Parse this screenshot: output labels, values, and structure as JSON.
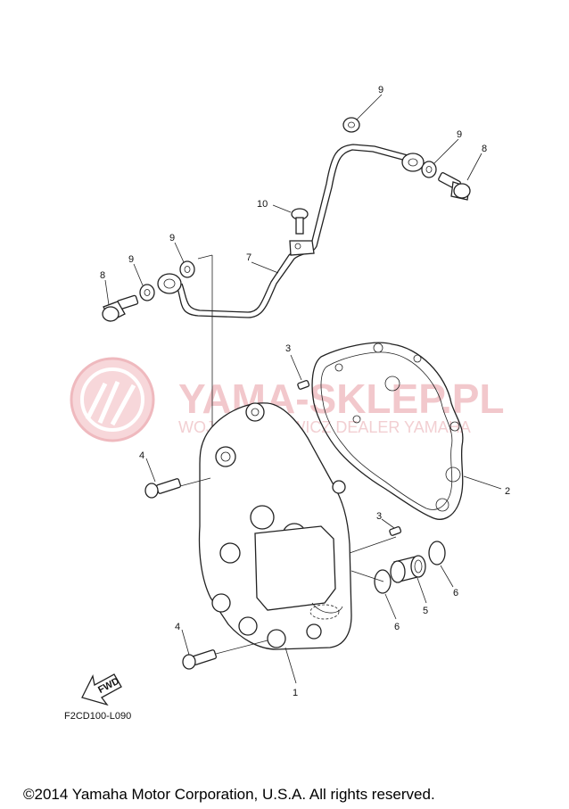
{
  "watermark": {
    "brand": "YAMA-SKLEP.PL",
    "subtitle": "WOJCIECH NAWICZ DEALER YAMAHA",
    "logo_icon": "yamaha-tuning-fork-logo-icon",
    "color": "#f2c8cc"
  },
  "callouts": [
    {
      "id": "1",
      "label": "1"
    },
    {
      "id": "2",
      "label": "2"
    },
    {
      "id": "3a",
      "label": "3"
    },
    {
      "id": "3b",
      "label": "3"
    },
    {
      "id": "4a",
      "label": "4"
    },
    {
      "id": "4b",
      "label": "4"
    },
    {
      "id": "5",
      "label": "5"
    },
    {
      "id": "6a",
      "label": "6"
    },
    {
      "id": "6b",
      "label": "6"
    },
    {
      "id": "7",
      "label": "7"
    },
    {
      "id": "8a",
      "label": "8"
    },
    {
      "id": "8b",
      "label": "8"
    },
    {
      "id": "9a",
      "label": "9"
    },
    {
      "id": "9b",
      "label": "9"
    },
    {
      "id": "9c",
      "label": "9"
    },
    {
      "id": "9d",
      "label": "9"
    },
    {
      "id": "10",
      "label": "10"
    }
  ],
  "fwd_label": "FWD",
  "diagram_code": "F2CD100-L090",
  "copyright": "©2014 Yamaha Motor Corporation, U.S.A. All rights reserved."
}
